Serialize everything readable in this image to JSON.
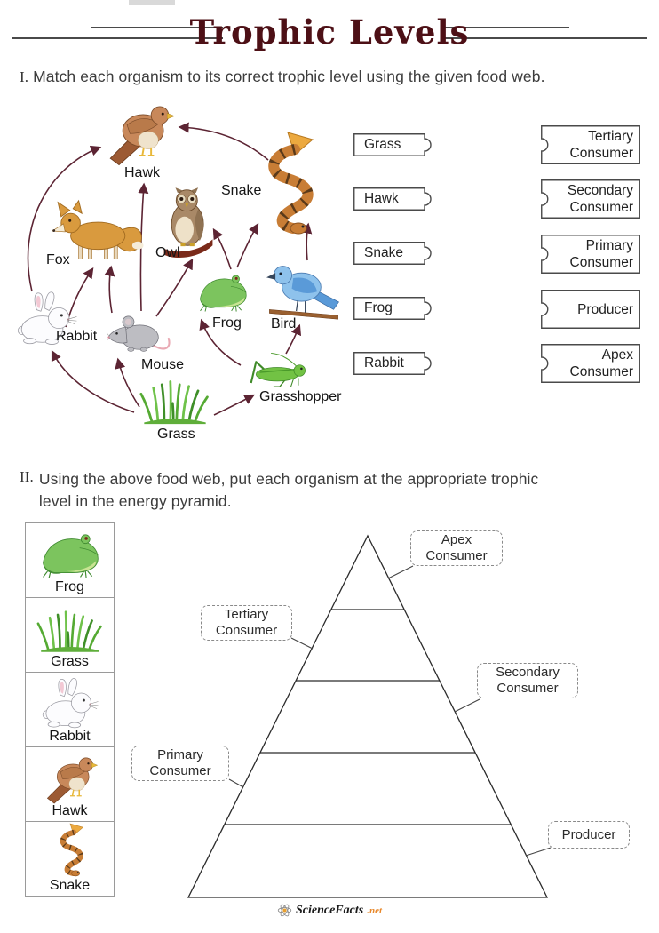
{
  "page": {
    "title": "Trophic Levels"
  },
  "colors": {
    "title_maroon": "#4d1016",
    "arrow_maroon": "#5c2433",
    "accent_orange": "#e8882a"
  },
  "section1": {
    "numeral": "I.",
    "instruction": "Match each organism to its correct trophic level using the given food web.",
    "food_web": {
      "organisms": [
        {
          "id": "hawk",
          "label": "Hawk"
        },
        {
          "id": "snake",
          "label": "Snake"
        },
        {
          "id": "fox",
          "label": "Fox"
        },
        {
          "id": "owl",
          "label": "Owl"
        },
        {
          "id": "frog",
          "label": "Frog"
        },
        {
          "id": "bird",
          "label": "Bird"
        },
        {
          "id": "rabbit",
          "label": "Rabbit"
        },
        {
          "id": "mouse",
          "label": "Mouse"
        },
        {
          "id": "grasshopper",
          "label": "Grasshopper"
        },
        {
          "id": "grass",
          "label": "Grass"
        }
      ],
      "links": [
        {
          "from": "snake",
          "to": "hawk"
        },
        {
          "from": "rabbit",
          "to": "hawk"
        },
        {
          "from": "rabbit",
          "to": "fox"
        },
        {
          "from": "mouse",
          "to": "fox"
        },
        {
          "from": "mouse",
          "to": "hawk"
        },
        {
          "from": "mouse",
          "to": "owl"
        },
        {
          "from": "frog",
          "to": "owl"
        },
        {
          "from": "frog",
          "to": "snake"
        },
        {
          "from": "bird",
          "to": "snake"
        },
        {
          "from": "grasshopper",
          "to": "frog"
        },
        {
          "from": "grasshopper",
          "to": "bird"
        },
        {
          "from": "grass",
          "to": "grasshopper"
        },
        {
          "from": "grass",
          "to": "mouse"
        },
        {
          "from": "grass",
          "to": "rabbit"
        }
      ]
    },
    "match_left": [
      "Grass",
      "Hawk",
      "Snake",
      "Frog",
      "Rabbit"
    ],
    "match_right": [
      "Tertiary Consumer",
      "Secondary Consumer",
      "Primary Consumer",
      "Producer",
      "Apex Consumer"
    ]
  },
  "section2": {
    "numeral": "II.",
    "instruction_line1": "Using the above food web, put each organism at the appropriate trophic",
    "instruction_line2": "level in the energy pyramid.",
    "organism_cards": [
      "Frog",
      "Grass",
      "Rabbit",
      "Hawk",
      "Snake"
    ],
    "pyramid_labels": [
      "Apex Consumer",
      "Tertiary Consumer",
      "Secondary Consumer",
      "Primary Consumer",
      "Producer"
    ]
  },
  "footer": {
    "brand": "ScienceFacts",
    "tld": ".net"
  }
}
